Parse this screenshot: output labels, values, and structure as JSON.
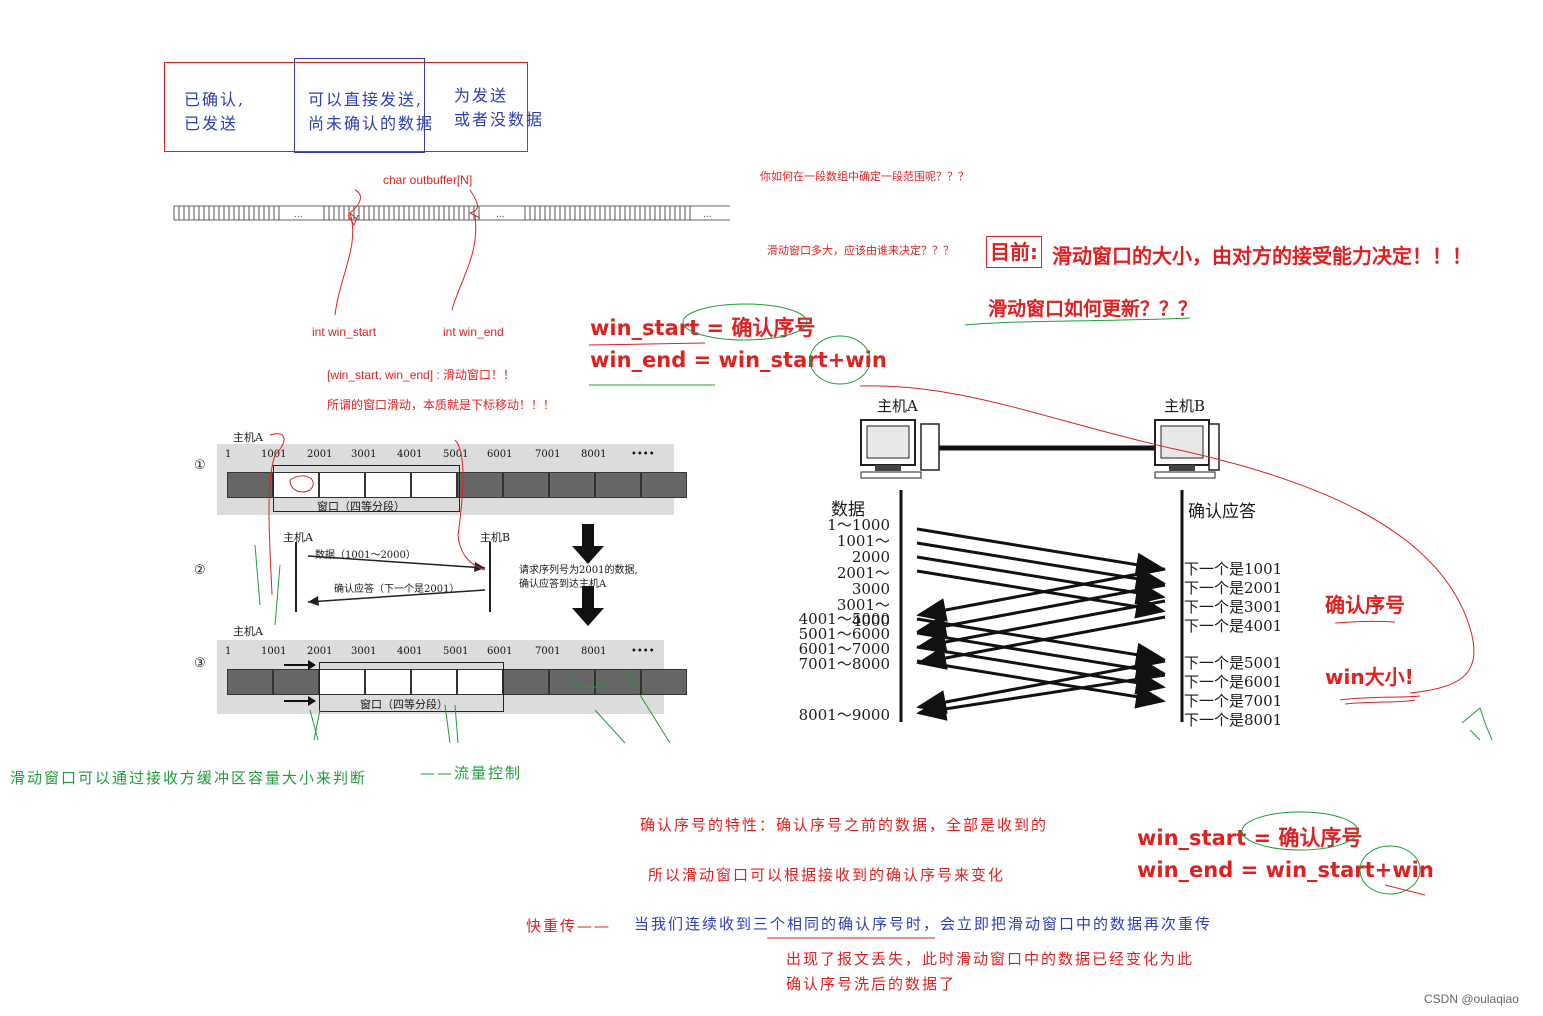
{
  "legend_box": {
    "part1": [
      "已确认,",
      "已发送"
    ],
    "part2": [
      "可以直接发送,",
      "尚未确认的数据"
    ],
    "part3": [
      "为发送",
      "或者没数据"
    ]
  },
  "buffer": {
    "label": "char outbuffer[N]",
    "ellipsis": "...",
    "start_label": "int win_start",
    "end_label": "int win_end",
    "range_note": "[win_start, win_end] : 滑动窗口！！",
    "essence_note": "所谓的窗口滑动，本质就是下标移动！！！"
  },
  "questions": {
    "range_question": "你如何在一段数组中确定一段范围呢？？？",
    "size_question": "滑动窗口多大，应该由谁来决定？？？",
    "current_prefix": "目前:",
    "current_answer": "滑动窗口的大小，由对方的接受能力决定！！！",
    "update_question": "滑动窗口如何更新？？？"
  },
  "formula_top": {
    "line1": "win_start = 确认序号",
    "line2": "win_end = win_start+win"
  },
  "formula_bottom": {
    "line1": "win_start = 确认序号",
    "line2": "win_end = win_start+win"
  },
  "left_figure": {
    "row_markers": [
      "①",
      "②",
      "③"
    ],
    "host_a": "主机A",
    "host_b": "主机B",
    "seq_labels": [
      "1",
      "1001",
      "2001",
      "3001",
      "4001",
      "5001",
      "6001",
      "7001",
      "8001",
      "••••"
    ],
    "window_caption": "窗口（四等分段）",
    "data_label": "数据（1001～2000）",
    "ack_label": "确认应答（下一个是2001）",
    "request_note": [
      "请求序列号为2001的数据,",
      "确认应答到达主机A"
    ]
  },
  "right_figure": {
    "host_a": "主机A",
    "host_b": "主机B",
    "data_header": "数据",
    "ack_header": "确认应答",
    "data_ranges_1": [
      "1～1000",
      "1001～2000",
      "2001～3000",
      "3001～4000"
    ],
    "data_ranges_2": [
      "4001～5000",
      "5001～6000",
      "6001～7000",
      "7001～8000"
    ],
    "data_range_3": "8001～9000",
    "acks_1": [
      "下一个是1001",
      "下一个是2001",
      "下一个是3001",
      "下一个是4001"
    ],
    "acks_2": [
      "下一个是5001",
      "下一个是6001",
      "下一个是7001",
      "下一个是8001"
    ],
    "ack_seq_note": "确认序号",
    "win_size_note": "win大小!"
  },
  "notes": {
    "flow_control": "滑动窗口可以通过接收方缓冲区容量大小来判断",
    "flow_control_tag": "——流量控制",
    "ack_property": "确认序号的特性：确认序号之前的数据，全部是收到的",
    "ack_change": "所以滑动窗口可以根据接收到的确认序号来变化",
    "fast_retx_label": "快重传——",
    "fast_retx_text": "当我们连续收到三个相同的确认序号时，会立即把滑动窗口中的数据再次重传",
    "fast_retx_reason_1": "出现了报文丢失，此时滑动窗口中的数据已经变化为此",
    "fast_retx_reason_2": "确认序号洗后的数据了"
  },
  "watermark": "CSDN @oulaqiao"
}
